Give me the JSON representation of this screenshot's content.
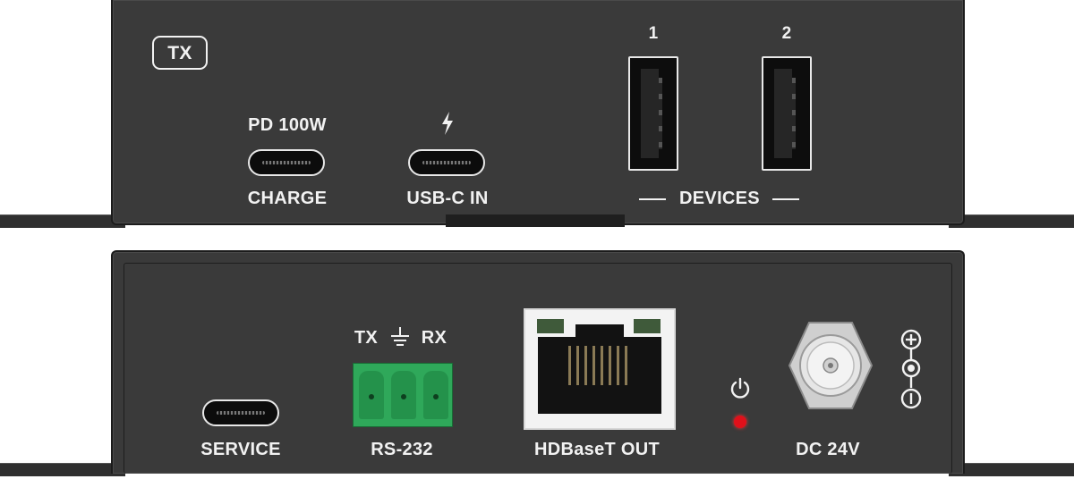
{
  "top_panel": {
    "badge": "TX",
    "charge_top": "PD 100W",
    "charge_bottom": "CHARGE",
    "usbc_in_bottom": "USB-C IN",
    "port1": "1",
    "port2": "2",
    "devices": "DEVICES"
  },
  "bottom_panel": {
    "service": "SERVICE",
    "rs232_tx": "TX",
    "rs232_rx": "RX",
    "rs232": "RS-232",
    "hdbaset": "HDBaseT OUT",
    "dc": "DC 24V"
  },
  "colors": {
    "panel": "#3a3a3a",
    "terminal_green": "#2fa85a",
    "led_red": "#e0101a"
  },
  "icons": [
    "lightning-icon",
    "ground-icon",
    "power-icon",
    "polarity-icon"
  ]
}
